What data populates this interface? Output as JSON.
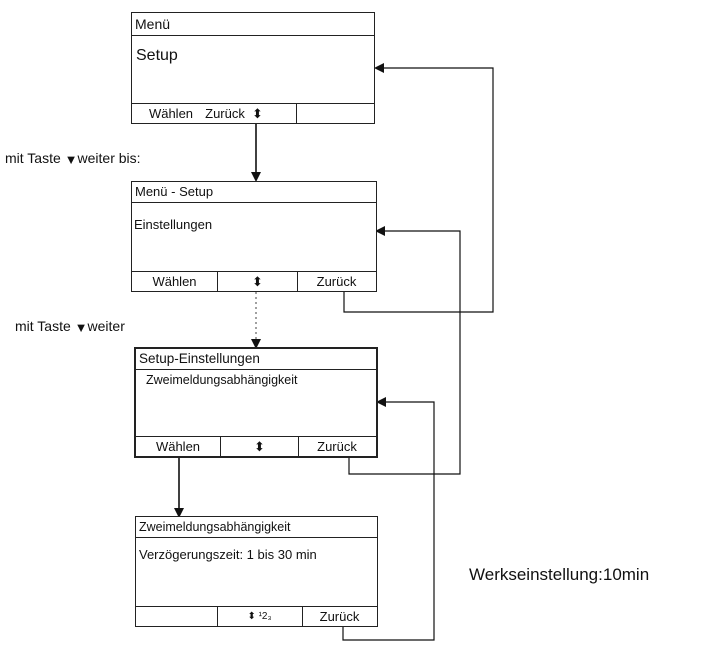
{
  "screens": [
    {
      "title": "Menü",
      "body": "Setup",
      "softkeys": [
        "Wählen",
        "Zurück",
        "⬍",
        ""
      ]
    },
    {
      "title": "Menü - Setup",
      "body": "Einstellungen",
      "softkeys": [
        "Wählen",
        "⬍",
        "Zurück"
      ]
    },
    {
      "title": "Setup-Einstellungen",
      "body": "Zweimeldungsabhängigkeit",
      "softkeys": [
        "Wählen",
        "⬍",
        "Zurück"
      ]
    },
    {
      "title": "Zweimeldungsabhängigkeit",
      "body": "Verzögerungszeit:  1 bis 30 min",
      "softkeys": [
        "",
        "⬍ ¹2₃",
        "Zurück"
      ]
    }
  ],
  "instructions": {
    "step1_prefix": "mit Taste",
    "step1_suffix": "weiter bis:",
    "step2_prefix": "mit Taste",
    "step2_suffix": "weiter",
    "key_symbol": "▼"
  },
  "factory_setting": "Werkseinstellung:10min"
}
